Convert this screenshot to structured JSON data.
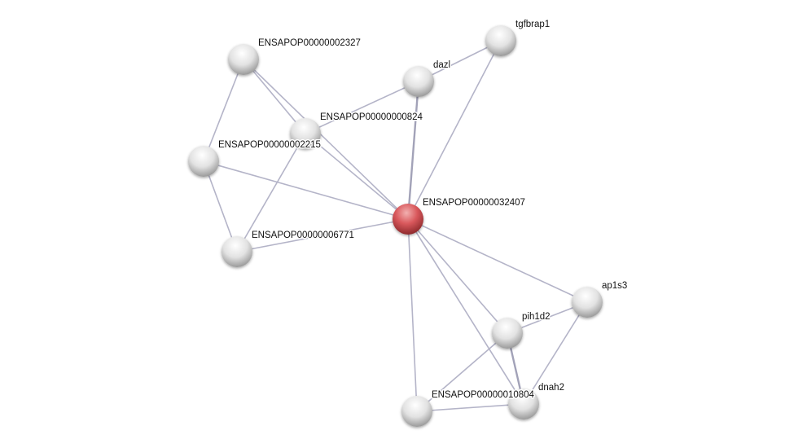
{
  "network": {
    "query_node": "ENSAPOP00000032407",
    "colors": {
      "query": "#c9474b",
      "node": "#d8d8d8",
      "edge": "#b4b4c8"
    },
    "nodes": [
      {
        "id": "n2327",
        "label": "ENSAPOP00000002327"
      },
      {
        "id": "tgfbrap1",
        "label": "tgfbrap1"
      },
      {
        "id": "dazl",
        "label": "dazl"
      },
      {
        "id": "n0824",
        "label": "ENSAPOP00000000824"
      },
      {
        "id": "n2215",
        "label": "ENSAPOP00000002215"
      },
      {
        "id": "n32407",
        "label": "ENSAPOP00000032407"
      },
      {
        "id": "n6771",
        "label": "ENSAPOP00000006771"
      },
      {
        "id": "ap1s3",
        "label": "ap1s3"
      },
      {
        "id": "pih1d2",
        "label": "pih1d2"
      },
      {
        "id": "n10804",
        "label": "ENSAPOP00000010804"
      },
      {
        "id": "dnah2",
        "label": "dnah2"
      }
    ],
    "edges": [
      [
        "n2327",
        "n2215"
      ],
      [
        "n2327",
        "n0824"
      ],
      [
        "n2327",
        "n32407"
      ],
      [
        "n0824",
        "dazl"
      ],
      [
        "n0824",
        "n32407"
      ],
      [
        "n0824",
        "n6771"
      ],
      [
        "n2215",
        "n32407"
      ],
      [
        "n2215",
        "n6771"
      ],
      [
        "n6771",
        "n32407"
      ],
      [
        "dazl",
        "tgfbrap1"
      ],
      [
        "dazl",
        "n32407"
      ],
      [
        "tgfbrap1",
        "n32407"
      ],
      [
        "n32407",
        "ap1s3"
      ],
      [
        "n32407",
        "pih1d2"
      ],
      [
        "n32407",
        "dnah2"
      ],
      [
        "n32407",
        "n10804"
      ],
      [
        "ap1s3",
        "pih1d2"
      ],
      [
        "ap1s3",
        "dnah2"
      ],
      [
        "pih1d2",
        "dnah2"
      ],
      [
        "pih1d2",
        "n10804"
      ],
      [
        "n10804",
        "dnah2"
      ]
    ],
    "strong_edges": [
      [
        "dazl",
        "n32407"
      ],
      [
        "pih1d2",
        "dnah2"
      ]
    ]
  }
}
